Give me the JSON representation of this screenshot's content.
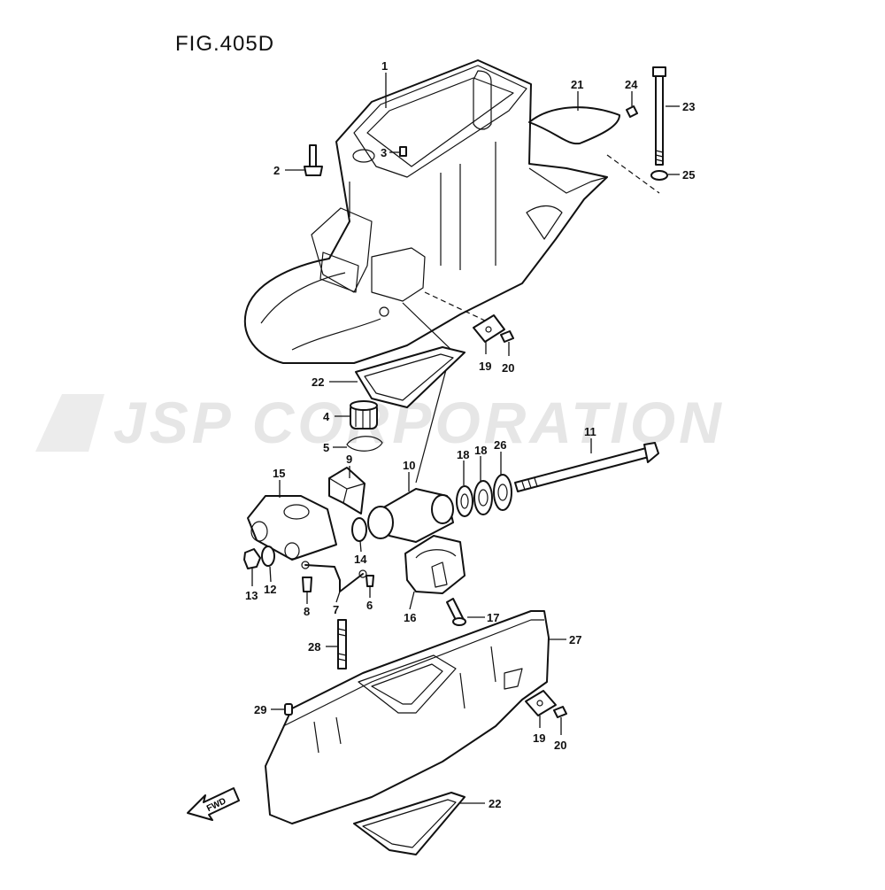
{
  "figure": {
    "title": "FIG.405D"
  },
  "watermark": {
    "text": "JSP CORPORATION"
  },
  "direction": {
    "label": "FWD"
  },
  "callouts": [
    "1",
    "2",
    "3",
    "4",
    "5",
    "6",
    "7",
    "8",
    "9",
    "10",
    "11",
    "12",
    "13",
    "14",
    "15",
    "16",
    "17",
    "18",
    "18",
    "19",
    "20",
    "21",
    "22",
    "23",
    "24",
    "25",
    "26",
    "27",
    "28",
    "29",
    "19",
    "20",
    "22"
  ]
}
